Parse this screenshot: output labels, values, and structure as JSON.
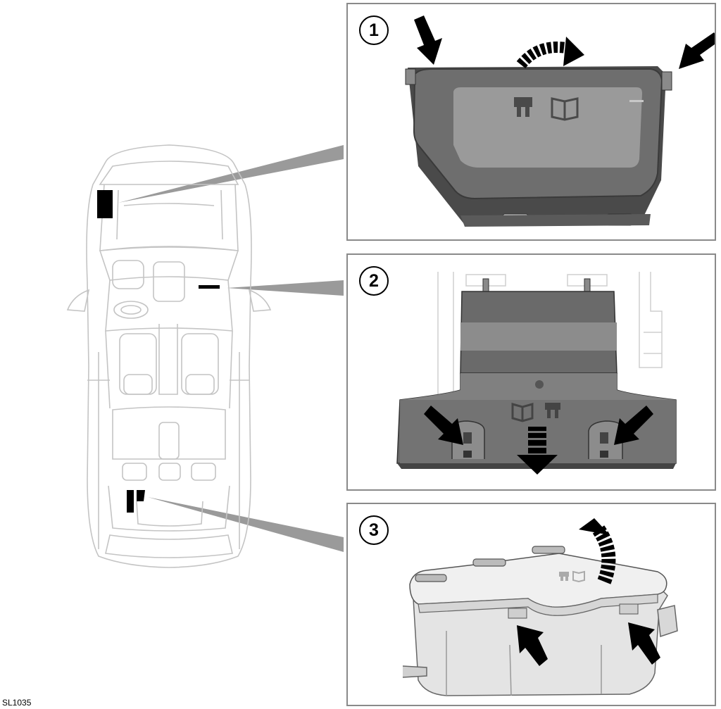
{
  "panels": [
    {
      "number": "1"
    },
    {
      "number": "2"
    },
    {
      "number": "3"
    }
  ],
  "reference_code": "SL1035",
  "icons": [
    "fuse-icon",
    "owners-handbook-icon"
  ],
  "colors": {
    "frame": "#8a8a8a",
    "cover_dark": "#6e6e6e",
    "cover_light": "#ededed",
    "leader": "#9a9a9a",
    "arrow": "#000000"
  }
}
